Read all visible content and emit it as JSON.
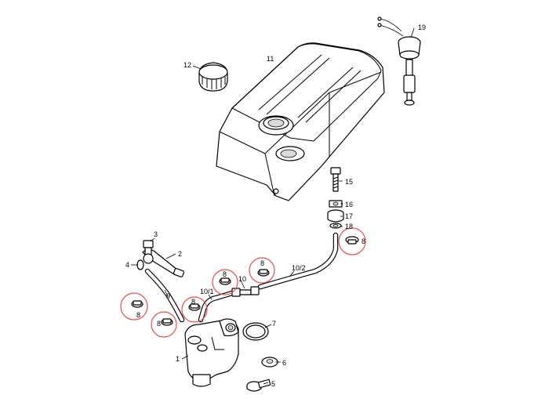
{
  "diagram": {
    "parts": [
      {
        "id": "p1",
        "label": "1",
        "name": "fuel-tap"
      },
      {
        "id": "p2",
        "label": "2",
        "name": "fitting-pipe"
      },
      {
        "id": "p3",
        "label": "3",
        "name": "banjo-bolt"
      },
      {
        "id": "p4",
        "label": "4",
        "name": "washer"
      },
      {
        "id": "p5",
        "label": "5",
        "name": "screw"
      },
      {
        "id": "p6",
        "label": "6",
        "name": "washer"
      },
      {
        "id": "p7",
        "label": "7",
        "name": "o-ring"
      },
      {
        "id": "p8",
        "label": "8",
        "name": "hose-clamp"
      },
      {
        "id": "p9",
        "label": "9",
        "name": "hose"
      },
      {
        "id": "p10",
        "label": "10",
        "name": "connector"
      },
      {
        "id": "p10_1",
        "label": "10/1",
        "name": "hose"
      },
      {
        "id": "p10_2",
        "label": "10/2",
        "name": "hose"
      },
      {
        "id": "p11",
        "label": "11",
        "name": "fuel-tank"
      },
      {
        "id": "p12",
        "label": "12",
        "name": "tank-cap"
      },
      {
        "id": "p15",
        "label": "15",
        "name": "bolt"
      },
      {
        "id": "p16",
        "label": "16",
        "name": "nut"
      },
      {
        "id": "p17",
        "label": "17",
        "name": "rubber-bush"
      },
      {
        "id": "p18",
        "label": "18",
        "name": "washer"
      },
      {
        "id": "p19",
        "label": "19",
        "name": "fuel-gauge-sender"
      }
    ],
    "highlight_color": "#e05050"
  }
}
